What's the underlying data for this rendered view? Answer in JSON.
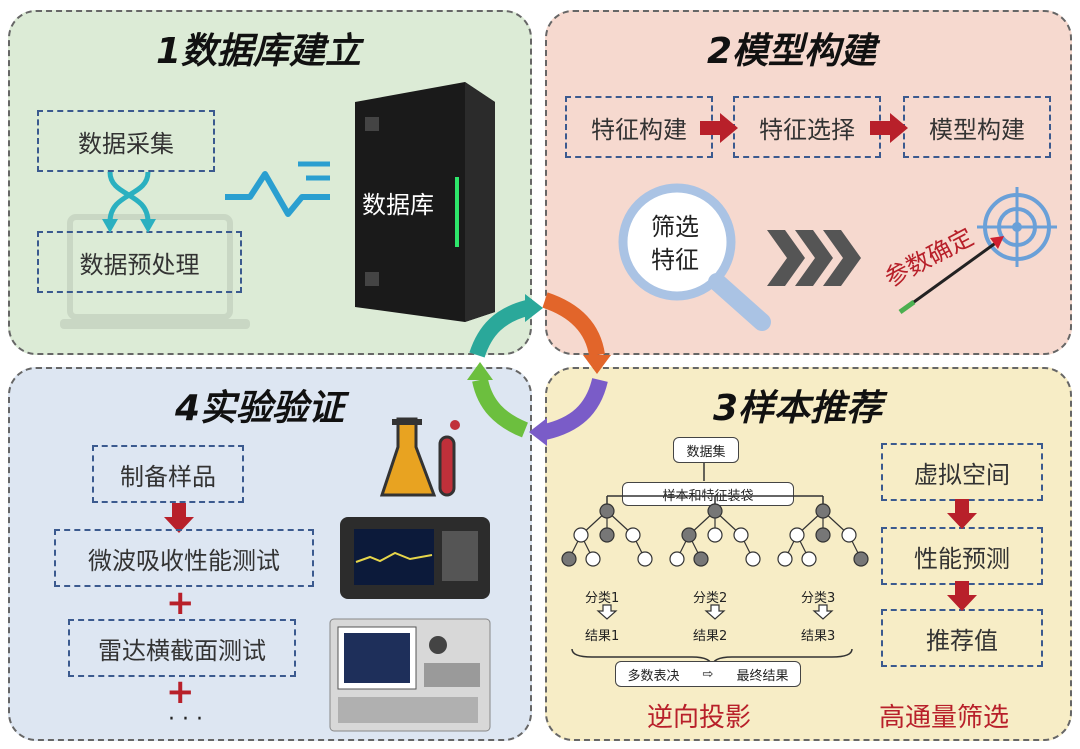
{
  "q1": {
    "title": "1数据库建立",
    "box1": "数据采集",
    "box2": "数据预处理",
    "server": "数据库"
  },
  "q2": {
    "title": "2模型构建",
    "box1": "特征构建",
    "box2": "特征选择",
    "box3": "模型构建",
    "lens1": "筛选",
    "lens2": "特征",
    "param": "参数确定"
  },
  "q3": {
    "title": "3样本推荐",
    "dataset": "数据集",
    "bag": "样本和特征装袋",
    "classes": [
      "分类1",
      "分类2",
      "分类3"
    ],
    "results": [
      "结果1",
      "结果2",
      "结果3"
    ],
    "vote": "多数表决",
    "final": "最终结果",
    "left_caption": "逆向投影",
    "box1": "虚拟空间",
    "box2": "性能预测",
    "box3": "推荐值",
    "right_caption": "高通量筛选"
  },
  "q4": {
    "title": "4实验验证",
    "box1": "制备样品",
    "box2": "微波吸收性能测试",
    "box3": "雷达横截面测试",
    "plus": "+",
    "ellipsis": "· · ·"
  },
  "colors": {
    "q1_bg": "#dcebd6",
    "q2_bg": "#f6d9cf",
    "q3_bg": "#f7edc6",
    "q4_bg": "#dde6f2",
    "accent_red": "#b8202a",
    "box_border": "#3b5a8f"
  }
}
